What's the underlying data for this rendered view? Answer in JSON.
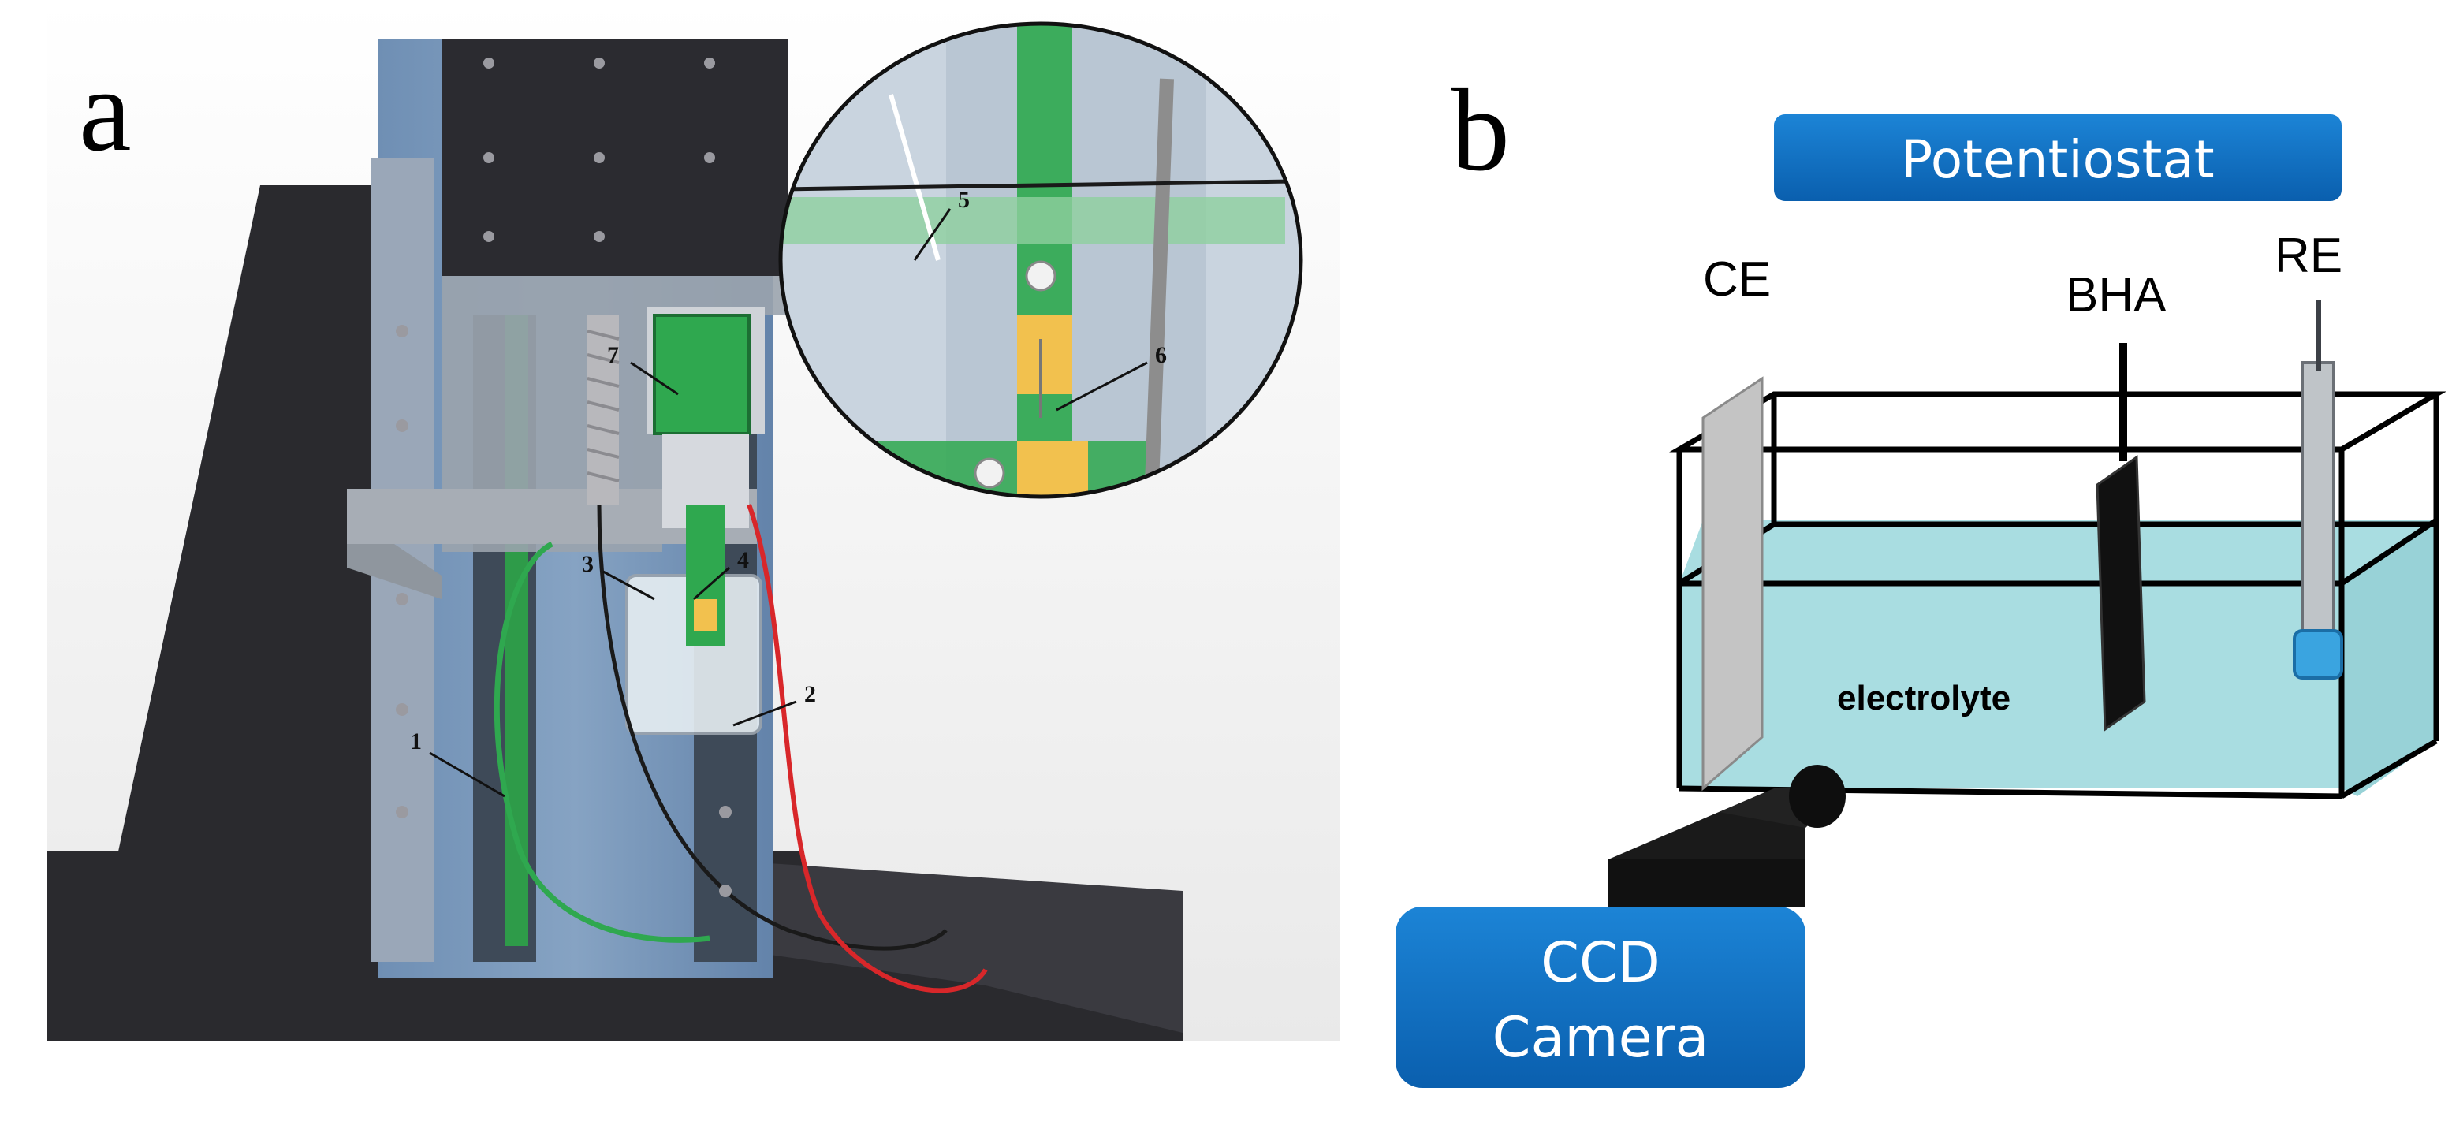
{
  "panels": {
    "a": {
      "letter": "a",
      "callouts": [
        "1",
        "2",
        "3",
        "4",
        "5",
        "6",
        "7"
      ]
    },
    "b": {
      "letter": "b",
      "potentiostat": "Potentiostat",
      "ce": "CE",
      "bha": "BHA",
      "re": "RE",
      "electrolyte": "electrolyte",
      "camera_line1": "CCD",
      "camera_line2": "Camera"
    }
  },
  "colors": {
    "column_blue": "#7e9cbd",
    "column_blue_dark": "#5d7fa6",
    "base_black": "#2a2a2e",
    "green": "#2fa84f",
    "label_box": "#0b6fc2",
    "electrolyte": "#a9dde1",
    "electrode_gray": "#c4c4c4",
    "pad_yellow": "#f2c14e",
    "wire_red": "#d8272a",
    "wire_green": "#2fa84f"
  },
  "icons": {
    "magnifier": "magnified-detail-icon",
    "camera": "ccd-camera-icon"
  }
}
